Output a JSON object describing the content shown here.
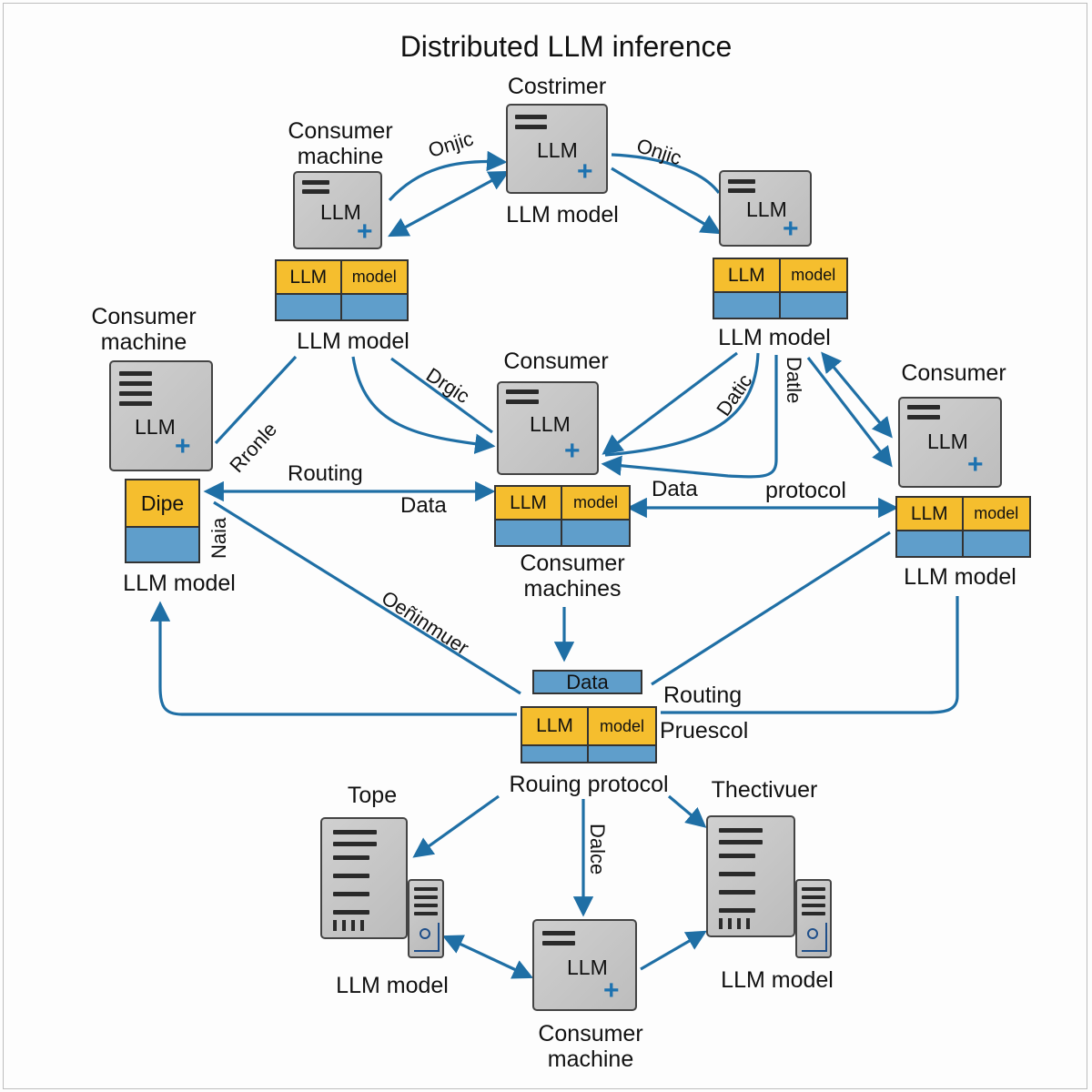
{
  "title": "Distributed LLM inference",
  "colors": {
    "arrow": "#1f6fa5",
    "table_top": "#f5be2e",
    "table_bottom": "#5f9ecb",
    "machine_fill": "#c4c4c4",
    "plus": "#1d72b0"
  },
  "nodes": {
    "top_center": {
      "heading": "Costrimer",
      "screen_label": "LLM",
      "caption": "LLM model"
    },
    "top_left": {
      "heading": "Consumer\nmachine",
      "screen_label": "LLM",
      "table": [
        "LLM",
        "model"
      ],
      "caption": "LLM model"
    },
    "top_right": {
      "screen_label": "LLM",
      "table": [
        "LLM",
        "model"
      ],
      "caption": "LLM model"
    },
    "left": {
      "heading": "Consumer\nmachine",
      "screen_label": "LLM",
      "table": [
        "Dipe"
      ],
      "caption": "LLM model"
    },
    "center": {
      "heading": "Consumer",
      "screen_label": "LLM",
      "table": [
        "LLM",
        "model"
      ],
      "caption": "Consumer\nmachines"
    },
    "right": {
      "heading": "Consumer",
      "screen_label": "LLM",
      "table": [
        "LLM",
        "model"
      ],
      "caption": "LLM model"
    },
    "hub": {
      "data_box": "Data",
      "table": [
        "LLM",
        "model"
      ],
      "caption": "Rouing protocol",
      "side_labels": [
        "Routing",
        "Pruescol"
      ]
    },
    "bottom_left_server": {
      "heading": "Tope",
      "caption": "LLM model"
    },
    "bottom_center": {
      "screen_label": "LLM",
      "caption": "Consumer\nmachine"
    },
    "bottom_right_server": {
      "heading": "Thectivuer",
      "caption": "LLM model"
    }
  },
  "edge_labels": {
    "onic_left": "Onjic",
    "onic_right": "Onjic",
    "drgic": "Drgic",
    "rronle": "Rronle",
    "routing": "Routing",
    "data_left": "Data",
    "naia": "Naia",
    "data_right": "Data",
    "protocol": "protocol",
    "datic": "Datic",
    "datle": "Datle",
    "oenimuer": "Oeñinmuer",
    "dalce": "Dalce"
  }
}
